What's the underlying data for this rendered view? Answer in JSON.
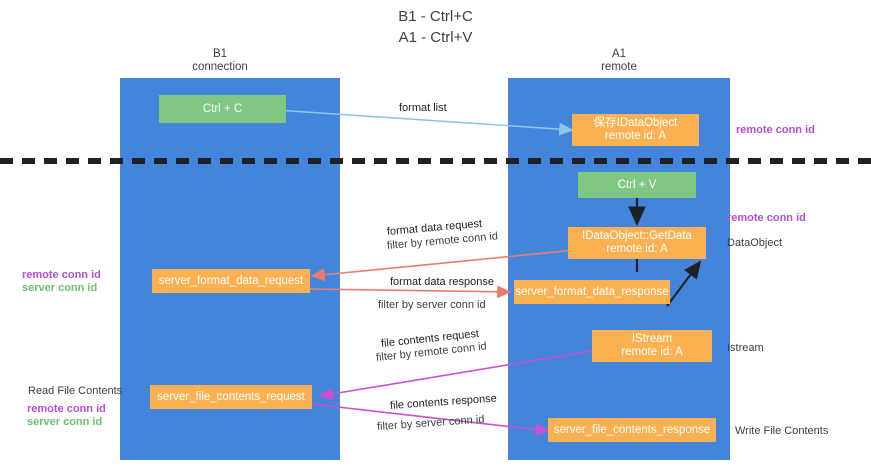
{
  "title": {
    "line1": "B1 - Ctrl+C",
    "line2": "A1 - Ctrl+V"
  },
  "lanes": [
    {
      "name": "B1",
      "sub": "connection"
    },
    {
      "name": "A1",
      "sub": "remote"
    }
  ],
  "boxes": {
    "ctrl_c": "Ctrl + C",
    "ctrl_v": "Ctrl + V",
    "save_idataobject_l1": "保存IDataObject",
    "save_idataobject_l2": "remote id: A",
    "getdata_l1": "IDataObject::GetData",
    "getdata_l2": "remote id: A",
    "istream_l1": "IStream",
    "istream_l2": "remote id: A",
    "server_format_data_request": "server_format_data_request",
    "server_format_data_response": "server_format_data_response",
    "server_file_contents_request": "server_file_contents_request",
    "server_file_contents_response": "server_file_contents_response"
  },
  "edge_labels": {
    "format_list": "format list",
    "format_data_request": "format data request",
    "format_data_response": "format data response",
    "file_contents_request": "file contents request",
    "file_contents_response": "file contents response",
    "filter_by": "filter by ",
    "remote_conn_id": "remote conn id",
    "server_conn_id": "server conn id"
  },
  "side_labels": {
    "remote_conn_id_top": "remote conn id",
    "remote_conn_id_mid": "remote conn id",
    "dataobject": "DataObject",
    "istream": "Istream",
    "write_file_contents": "Write File Contents",
    "read_file_contents": "Read File Contents",
    "left_remote_conn_id_mid": "remote conn id",
    "left_server_conn_id_mid": "server conn id",
    "left_remote_conn_id_bottom": "remote conn id",
    "left_server_conn_id_bottom": "server conn id"
  },
  "colors": {
    "lane": "#4285da",
    "green_box": "#81c784",
    "orange_box": "#fbb152",
    "purple": "#b44fd0",
    "green_text": "#6cbf73",
    "arrow_blue": "#a8d4f0",
    "arrow_red": "#ef7b6e",
    "arrow_magenta": "#cc4fd0",
    "arrow_black": "#202124",
    "divider": "#202124"
  }
}
